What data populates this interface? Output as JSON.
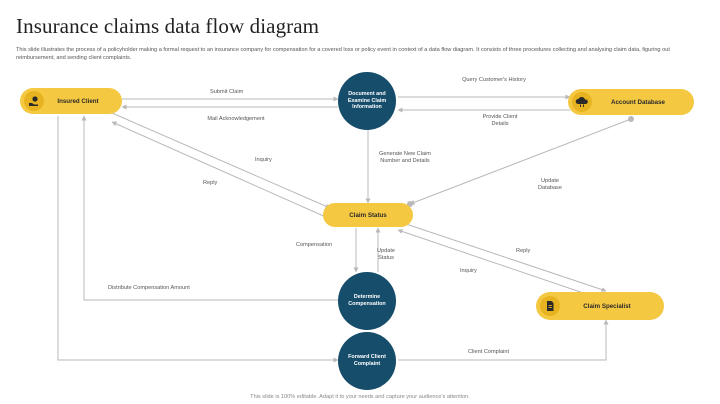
{
  "title": "Insurance claims data flow diagram",
  "description": "This slide illustrates the process of a policyholder making a formal request to an insurance company for compensation for a covered loss or policy event in context of a data flow diagram. It consists of three procedures collecting and analysing claim data, figuring out reimbursement, and sending client complaints.",
  "footer": "This slide is 100% editable. Adapt it to your needs and capture your audience's attention.",
  "colors": {
    "accent": "#f5c842",
    "node": "#154d6b",
    "arrow": "#b9b9b9"
  },
  "entities": {
    "insured_client": {
      "label": "Insured Client",
      "icon": "hand-money-icon"
    },
    "account_database": {
      "label": "Account Database",
      "icon": "cloud-database-icon"
    },
    "claim_status": {
      "label": "Claim Status"
    },
    "claim_specialist": {
      "label": "Claim Specialist",
      "icon": "document-icon"
    }
  },
  "processes": {
    "document": {
      "label": "Document and Examine Claim Information"
    },
    "determine": {
      "label": "Determine Compensation"
    },
    "forward": {
      "label": "Forward Client Complaint"
    }
  },
  "flows": {
    "submit_claim": "Submit Claim",
    "mail_ack": "Mail Acknowledgement",
    "query_history": "Query Customer's History",
    "provide_details": "Provide Client Details",
    "inquiry_left": "Inquiry",
    "reply_left": "Reply",
    "generate_claim": "Generate New Claim Number and Details",
    "update_database": "Update Database",
    "compensation": "Compensation",
    "update_status": "Update Status",
    "reply_right": "Reply",
    "inquiry_right": "Inquiry",
    "distribute": "Distribute Compensation Amount",
    "client_complaint": "Client Complaint"
  }
}
